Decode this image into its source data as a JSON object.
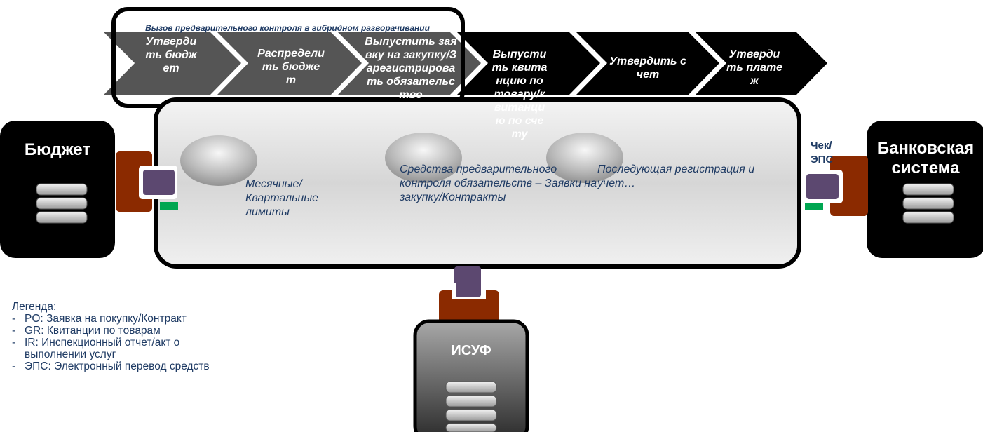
{
  "header": {
    "prelim_control_title": "Вызов предварительного контроля в гибридном разворачивании"
  },
  "process_steps": [
    "Утвердить бюджет",
    "Распределить бюджет",
    "Выпустить заявку на закупку/Зарегистрировать обязательство",
    "Выпустить квитанцию по товару/квитанцию по счету",
    "Утвердить счет",
    "Утвердить платеж"
  ],
  "systems": {
    "budget": "Бюджет",
    "bank": "Банковская система",
    "isuf": "ИСУФ"
  },
  "check_label": "Чек/ ЭПС",
  "lens_labels": {
    "monthly": "Месячные/ Квартальные лимиты",
    "prelim": "Средства предварительного контроля обязательств – Заявки на закупку/Контракты",
    "post": "Последующая регистрация и учет…"
  },
  "legend": {
    "title": "Легенда:",
    "items": [
      "PO: Заявка на покупку/Контракт",
      "GR: Квитанции по товарам",
      "IR: Инспекционный отчет/акт о выполнении услуг",
      "ЭПС: Электронный перевод средств"
    ]
  },
  "colors": {
    "chevron_dark": "#000000",
    "chevron_grey": "#555555",
    "connector_red": "#8b2a00",
    "connector_purple": "#5c4870",
    "connector_green": "#00a651",
    "text_blue": "#1f3b64",
    "panel_grey": "#d9d9d9"
  }
}
